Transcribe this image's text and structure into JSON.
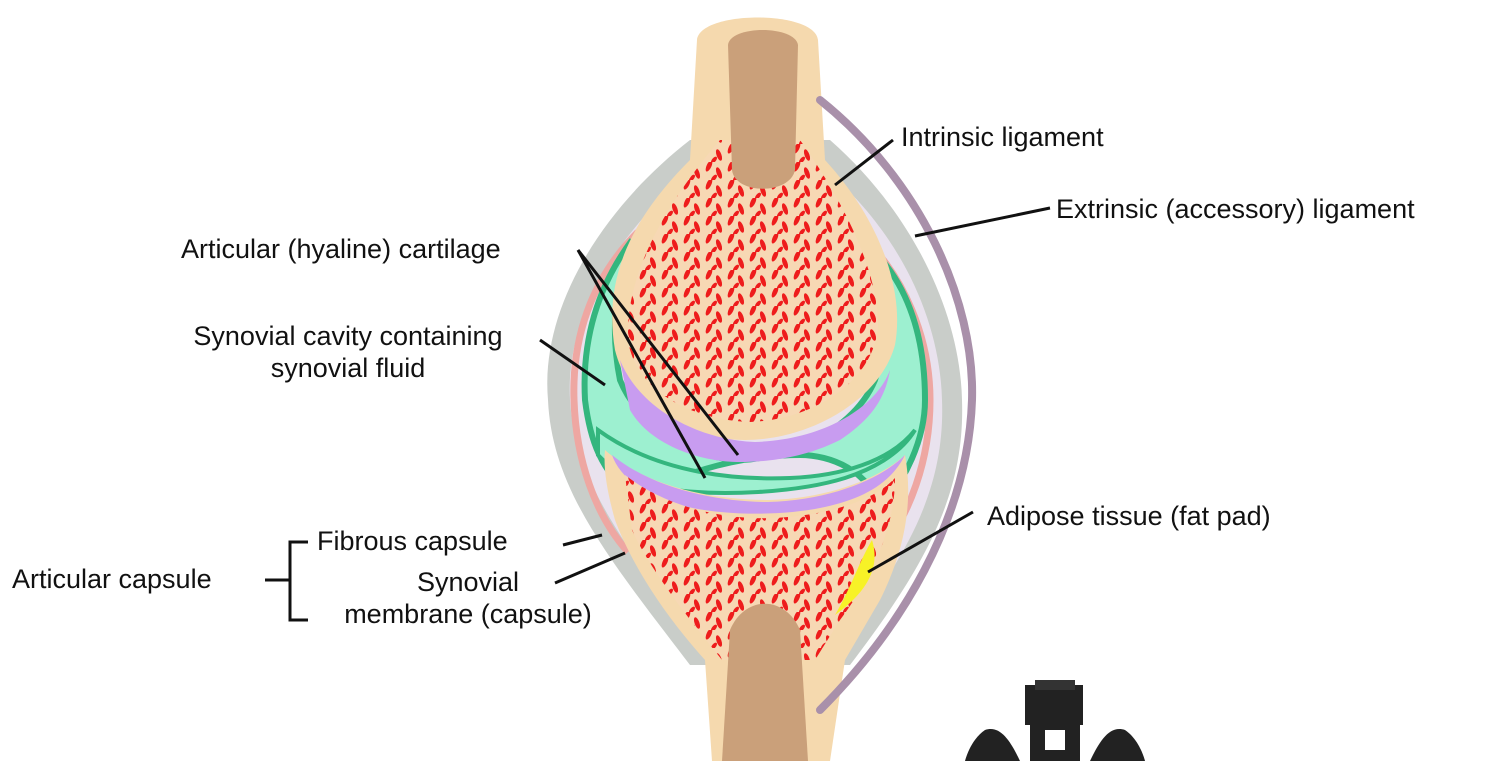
{
  "labels": {
    "intrinsic_ligament": "Intrinsic ligament",
    "extrinsic_ligament": "Extrinsic (accessory) ligament",
    "articular_cartilage": "Articular (hyaline) cartilage",
    "synovial_cavity_line1": "Synovial cavity containing",
    "synovial_cavity_line2": "synovial fluid",
    "adipose_tissue": "Adipose tissue (fat pad)",
    "fibrous_capsule": "Fibrous capsule",
    "articular_capsule": "Articular capsule",
    "synovial_membrane_line1": "Synovial",
    "synovial_membrane_line2": "membrane (capsule)"
  },
  "colors": {
    "bone_outer": "#f5d9ae",
    "marrow_canal": "#caa07a",
    "spongy_bone": "#ee1c1c",
    "cartilage": "#c89cf0",
    "synovial_fluid": "#9df0d0",
    "synovial_membrane_edge": "#34b67e",
    "fibrous_capsule": "#c9cdc9",
    "synovial_membrane_pink": "#eea7a2",
    "extrinsic_ligament": "#a990aa",
    "adipose": "#f7f227",
    "leader_line": "#111111"
  },
  "logo": {
    "name": "institution-crest"
  }
}
